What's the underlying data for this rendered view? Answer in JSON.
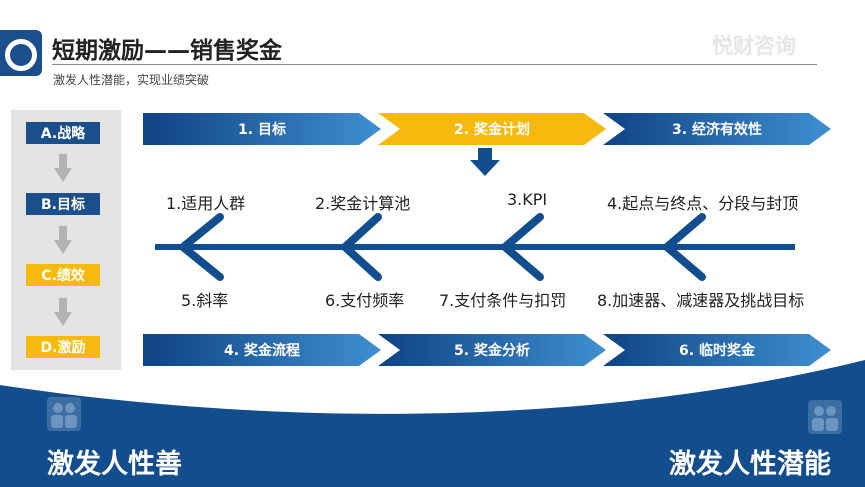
{
  "header": {
    "title": "短期激励——销售奖金",
    "subtitle": "激发人性潜能，实现业绩突破",
    "watermark": "悦财咨询"
  },
  "left_steps": [
    {
      "label": "A.战略",
      "color": "#1a4f8c"
    },
    {
      "label": "B.目标",
      "color": "#1a4f8c"
    },
    {
      "label": "C.绩效",
      "color": "#f6b90d"
    },
    {
      "label": "D.激励",
      "color": "#f6b90d"
    }
  ],
  "top_arrows": [
    "1. 目标",
    "2. 奖金计划",
    "3. 经济有效性"
  ],
  "bottom_arrows": [
    "4. 奖金流程",
    "5. 奖金分析",
    "6. 临时奖金"
  ],
  "fishbone": {
    "top_labels": [
      "1.适用人群",
      "2.奖金计算池",
      "3.KPI",
      "4.起点与终点、分段与封顶"
    ],
    "bottom_labels": [
      "5.斜率",
      "6.支付频率",
      "7.支付条件与扣罚",
      "8.加速器、减速器及挑战目标"
    ]
  },
  "footer": {
    "left_text": "激发人性善",
    "right_text": "激发人性潜能"
  },
  "colors": {
    "brand_blue": "#1a4f8c",
    "accent_gold": "#f6b90d",
    "footer_blue": "#124d8e"
  }
}
